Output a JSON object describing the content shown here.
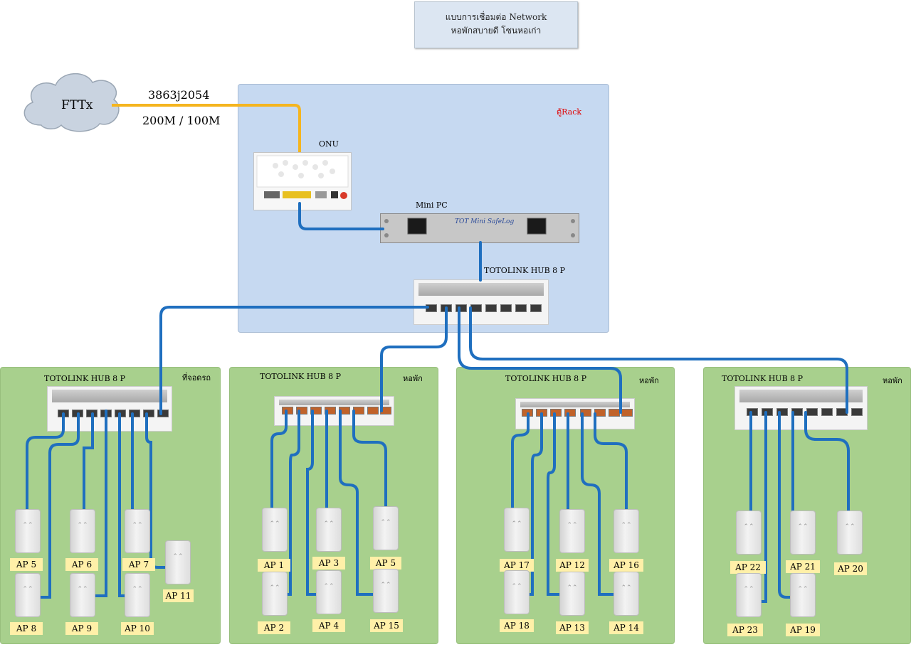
{
  "title": {
    "line1": "แบบการเชื่อมต่อ Network",
    "line2": "หอพักสบายดี โซนหอเก่า"
  },
  "internet": {
    "label": "FTTx",
    "circuit_id": "3863j2054",
    "speed": "200M / 100M"
  },
  "rack": {
    "label": "ตู้Rack",
    "onu_label": "ONU",
    "minipc_label": "Mini PC",
    "minipc_brand": "TOT  Mini SafeLog",
    "hub_label": "TOTOLINK HUB 8 P"
  },
  "groups": [
    {
      "hub_label": "TOTOLINK HUB 8 P",
      "location": "ที่จอดรถ",
      "aps": [
        "AP 5",
        "AP 6",
        "AP 7",
        "AP 11",
        "AP 8",
        "AP 9",
        "AP 10"
      ]
    },
    {
      "hub_label": "TOTOLINK HUB 8 P",
      "location": "หอพัก",
      "aps": [
        "AP 1",
        "AP 3",
        "AP 5",
        "AP 2",
        "AP 4",
        "AP 15"
      ]
    },
    {
      "hub_label": "TOTOLINK HUB 8 P",
      "location": "หอพัก",
      "aps": [
        "AP 17",
        "AP 12",
        "AP 16",
        "AP 18",
        "AP 13",
        "AP 14"
      ]
    },
    {
      "hub_label": "TOTOLINK HUB 8 P",
      "location": "หอพัก",
      "aps": [
        "AP 22",
        "AP 21",
        "AP 20",
        "AP 23",
        "AP 19"
      ]
    }
  ],
  "colors": {
    "fiber": "#f5b51f",
    "lan": "#1f6fbf",
    "rack_bg": "#c6d9f1",
    "group_bg": "#a8d08d",
    "ap_tag": "#fff0a8"
  },
  "icons": {
    "cloud": "cloud-icon",
    "onu": "router-icon",
    "mini_pc": "server-icon",
    "hub": "switch-icon",
    "ap": "access-point-icon"
  }
}
